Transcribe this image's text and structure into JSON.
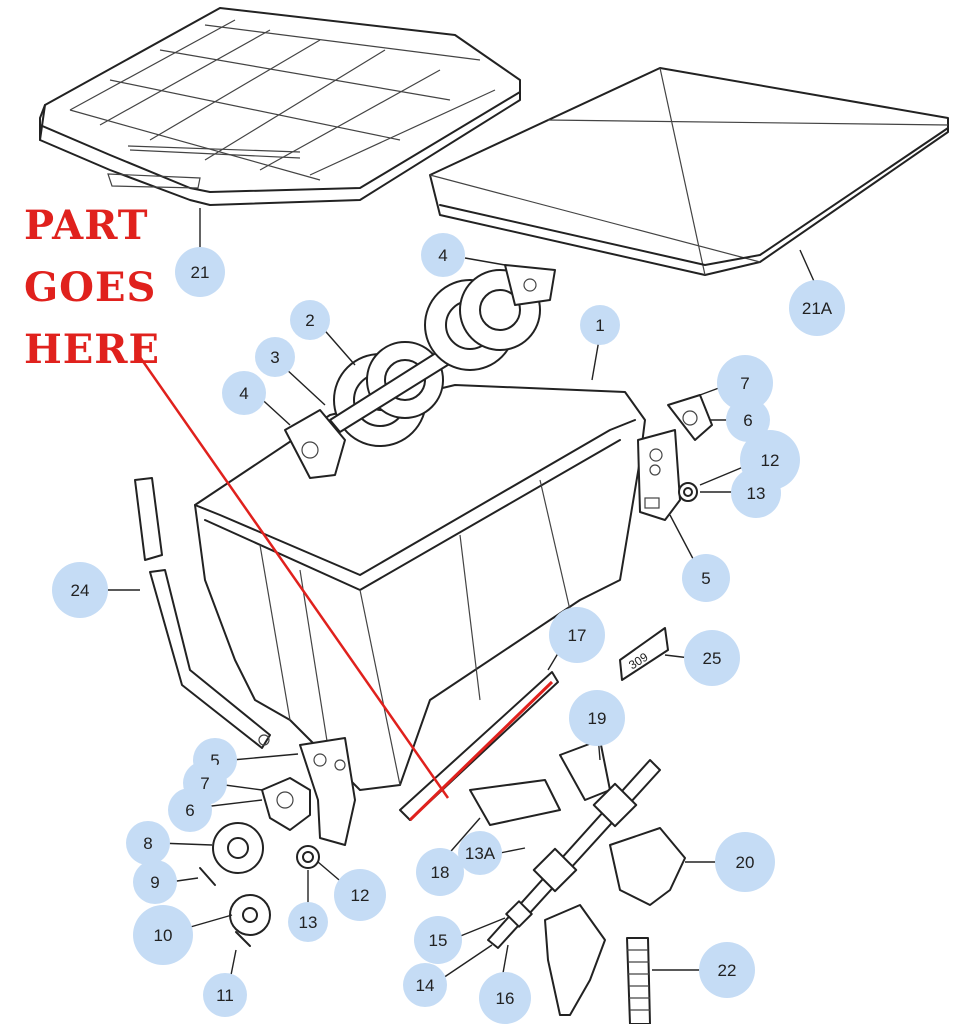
{
  "note": {
    "lines": [
      "PART",
      "GOES",
      "HERE"
    ],
    "color": "#e0211d"
  },
  "callout_color": "#c5dcf5",
  "plate_text": "309",
  "callouts": [
    {
      "id": "c21",
      "label": "21"
    },
    {
      "id": "c21a",
      "label": "21A"
    },
    {
      "id": "c4a",
      "label": "4"
    },
    {
      "id": "c2",
      "label": "2"
    },
    {
      "id": "c3",
      "label": "3"
    },
    {
      "id": "c4b",
      "label": "4"
    },
    {
      "id": "c1",
      "label": "1"
    },
    {
      "id": "c7a",
      "label": "7"
    },
    {
      "id": "c6a",
      "label": "6"
    },
    {
      "id": "c12a",
      "label": "12"
    },
    {
      "id": "c13a",
      "label": "13"
    },
    {
      "id": "c5a",
      "label": "5"
    },
    {
      "id": "c24",
      "label": "24"
    },
    {
      "id": "c17",
      "label": "17"
    },
    {
      "id": "c25",
      "label": "25"
    },
    {
      "id": "c19",
      "label": "19"
    },
    {
      "id": "c5b",
      "label": "5"
    },
    {
      "id": "c7b",
      "label": "7"
    },
    {
      "id": "c6b",
      "label": "6"
    },
    {
      "id": "c8",
      "label": "8"
    },
    {
      "id": "c9",
      "label": "9"
    },
    {
      "id": "c10",
      "label": "10"
    },
    {
      "id": "c11",
      "label": "11"
    },
    {
      "id": "c13b",
      "label": "13"
    },
    {
      "id": "c12b",
      "label": "12"
    },
    {
      "id": "c18",
      "label": "18"
    },
    {
      "id": "c13A",
      "label": "13A"
    },
    {
      "id": "c15",
      "label": "15"
    },
    {
      "id": "c14",
      "label": "14"
    },
    {
      "id": "c16",
      "label": "16"
    },
    {
      "id": "c20",
      "label": "20"
    },
    {
      "id": "c22",
      "label": "22"
    }
  ]
}
